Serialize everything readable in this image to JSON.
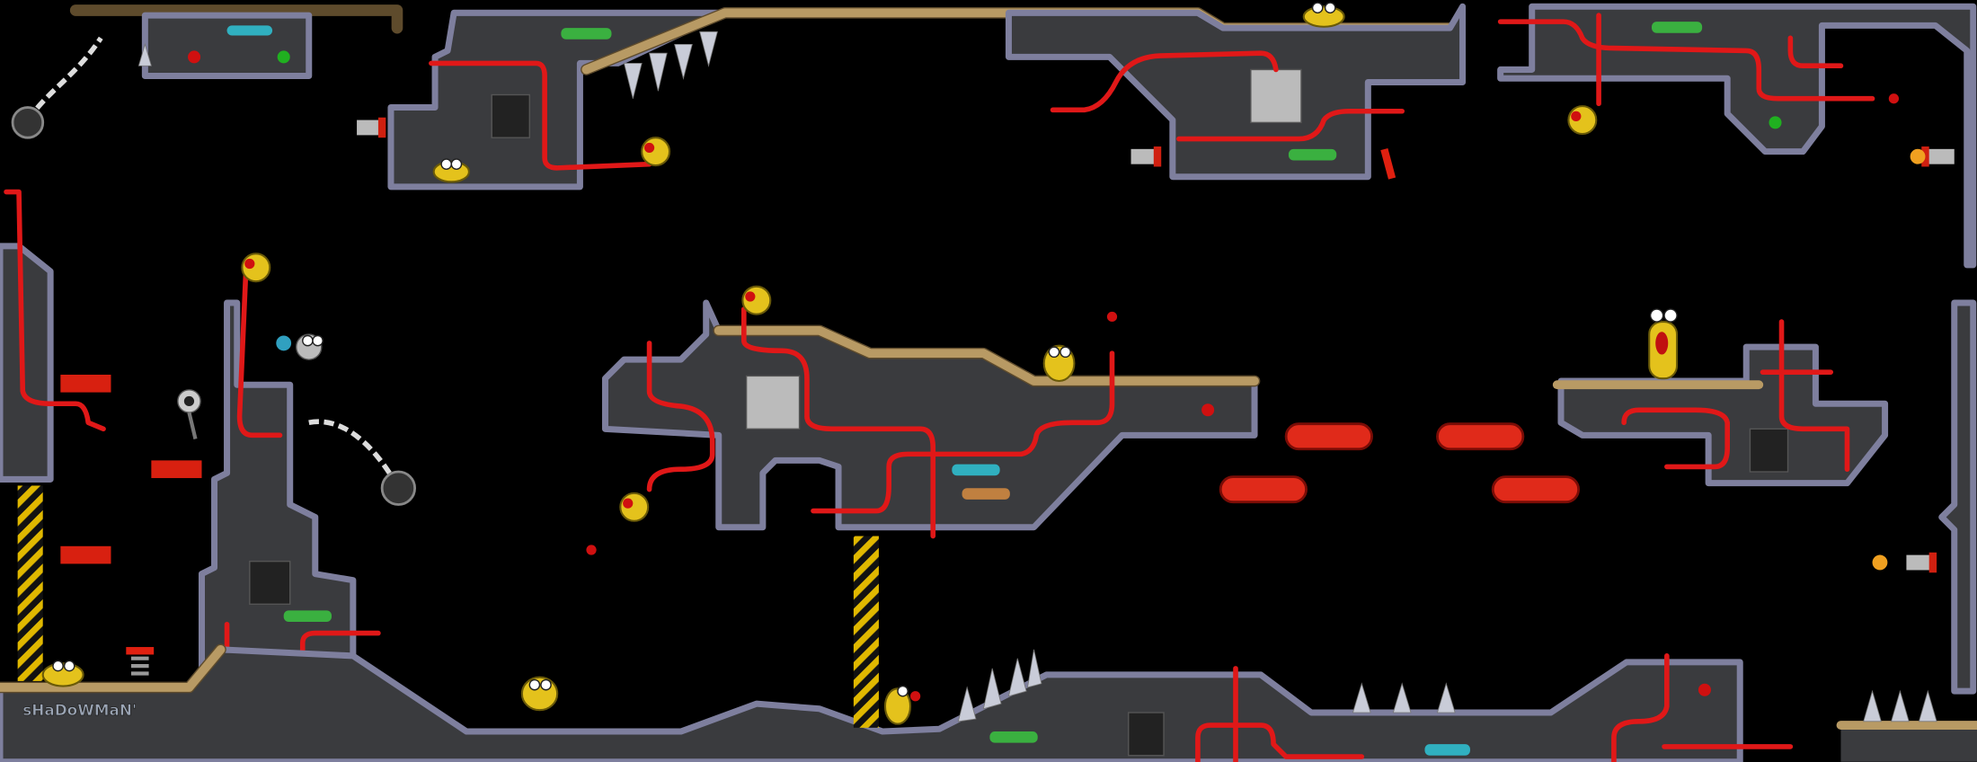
{
  "game": {
    "scene": "platformer-level",
    "watermark": "sHaDoWMaN'",
    "colors": {
      "background": "#000000",
      "panel": "#3a3b3e",
      "panel_border": "#7e7f9e",
      "platform": "#b89a64",
      "pipe": "#e01818",
      "character": "#e4c21c",
      "hazard_stripe": "#e0b800"
    },
    "entities": [
      {
        "type": "player-blob",
        "icon": "yellow-blob-icon"
      },
      {
        "type": "enemy-turret",
        "icon": "turret-icon"
      },
      {
        "type": "spiked-mace-chain",
        "icon": "mace-icon"
      },
      {
        "type": "floating-platform",
        "icon": "red-platform-icon"
      },
      {
        "type": "spring",
        "icon": "spring-icon"
      },
      {
        "type": "spikes",
        "icon": "spike-icon"
      }
    ]
  }
}
